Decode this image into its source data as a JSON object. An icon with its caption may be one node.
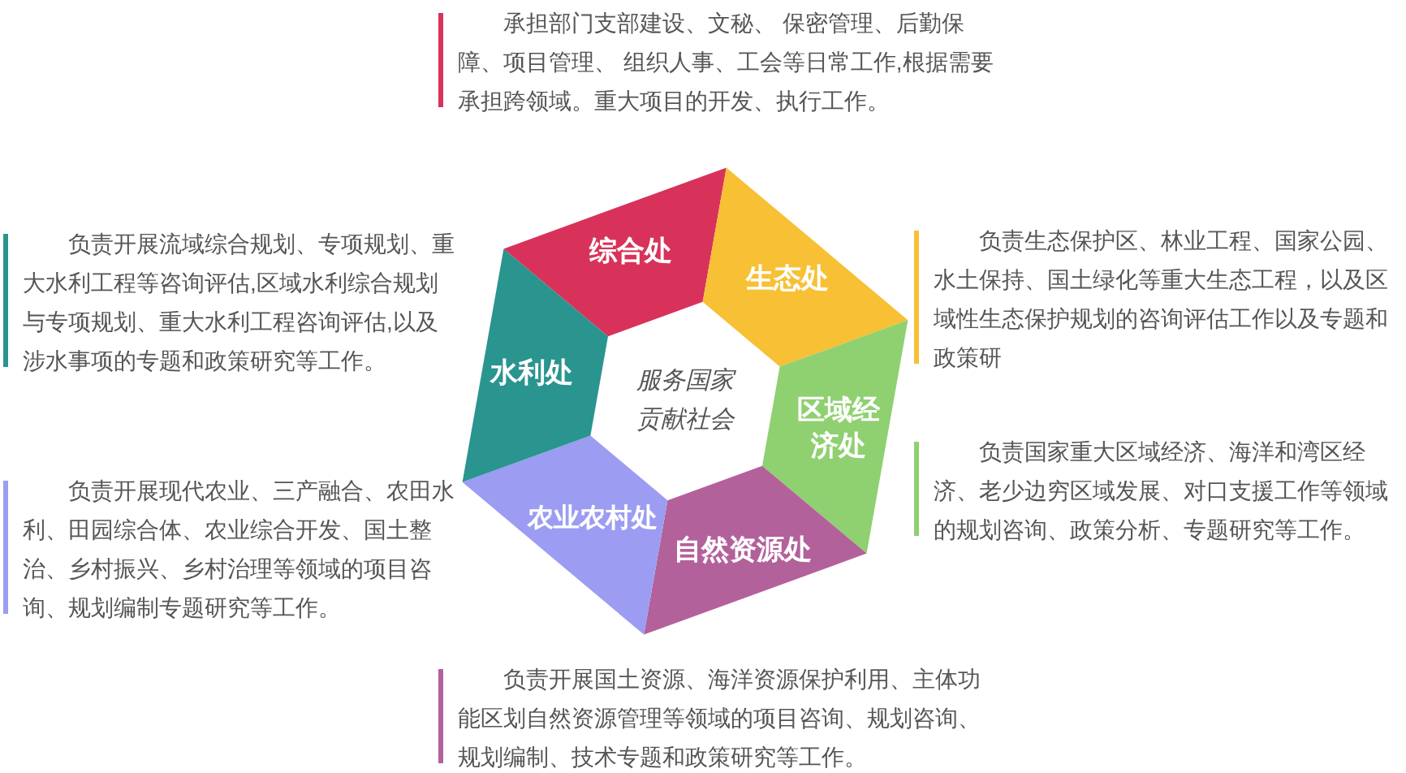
{
  "diagram": {
    "nodes": [
      {
        "text": [
          "综合处"
        ],
        "beside": [
          "承担部门支部建设、文秘、 保密管理、后勤保障、项目管理、 组织人事、工会等日常工作,根据需要承担跨领域。重大项目的开发、执行工作。"
        ]
      },
      {
        "text": [
          "生态处"
        ],
        "beside": [
          "负责生态保护区、林业工程、国家公园、水土保持、国土绿化等重大生态工程，以及区域性生态保护规划的咨询评估工作以及专题和政策研"
        ]
      },
      {
        "text": [
          "区域经济处"
        ],
        "beside": [
          "负责国家重大区域经济、海洋和湾区经济、老少边穷区域发展、对口支援工作等领域的规划咨询、政策分析、专题研究等工作。"
        ]
      },
      {
        "text": [
          "自然资源处"
        ],
        "beside": [
          "负责开展国土资源、海洋资源保护利用、主体功能区划自然资源管理等领域的项目咨询、规划咨询、规划编制、技术专题和政策研究等工作。"
        ]
      },
      {
        "text": [
          "农业农村处"
        ],
        "beside": [
          "负责开展现代农业、三产融合、农田水利、田园综合体、农业综合开发、国土整治、乡村振兴、乡村治理等领域的项目咨询、规划编制专题研究等工作。"
        ]
      },
      {
        "text": [
          "水利处"
        ],
        "beside": [
          "负责开展流域综合规划、专项规划、重大水利工程等咨询评估,区域水利综合规划与专项规划、重大水利工程咨询评估,以及涉水事项的专题和政策研究等工作。"
        ]
      },
      {
        "text": [
          "服务国家贡献社会"
        ]
      }
    ]
  }
}
